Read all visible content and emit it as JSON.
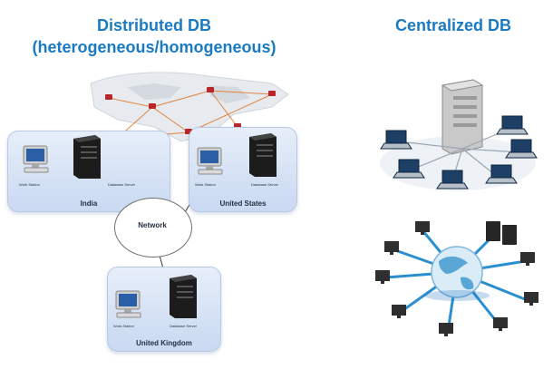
{
  "titles": {
    "left_line1": "Distributed DB",
    "left_line2": "(heterogeneous/homogeneous)",
    "right": "Centralized DB"
  },
  "network": {
    "label": "Network"
  },
  "sites": [
    {
      "name": "India",
      "workstation_label": "Work Station",
      "server_label": "Database Server"
    },
    {
      "name": "United States",
      "workstation_label": "Work Station",
      "server_label": "Database Server"
    },
    {
      "name": "United Kingdom",
      "workstation_label": "Work Station",
      "server_label": "Database Server"
    }
  ],
  "colors": {
    "title": "#1a7bc4",
    "site_fill": "#d6e3f5",
    "hub": "#1b6fb6"
  },
  "icons": [
    "world-map-icon",
    "workstation-icon",
    "database-server-icon",
    "server-tower-icon",
    "laptop-icon",
    "globe-icon"
  ]
}
